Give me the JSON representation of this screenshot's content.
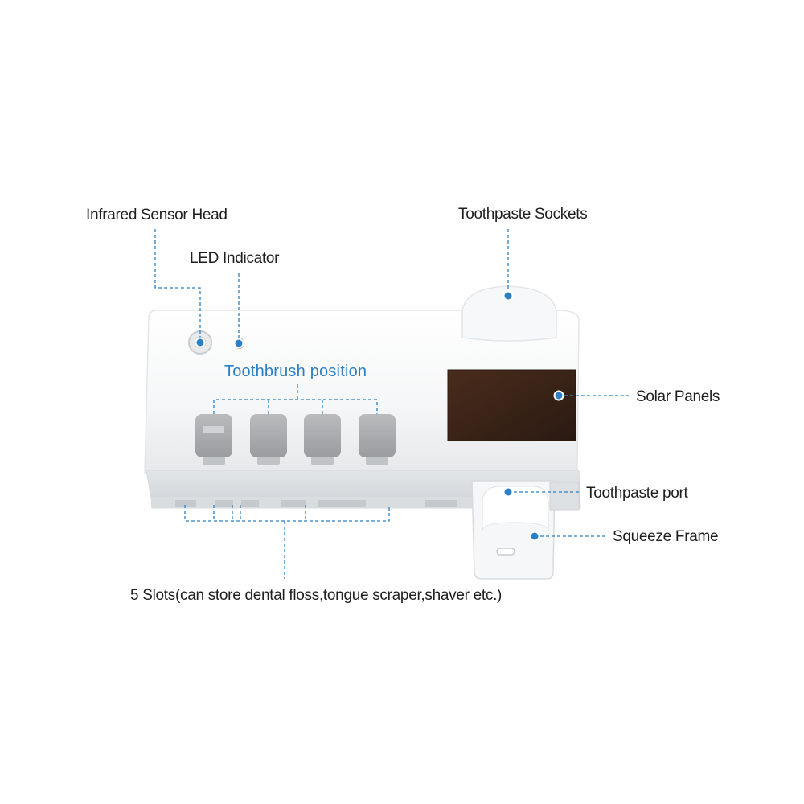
{
  "diagram": {
    "labels": {
      "infrared_sensor_head": "Infrared Sensor Head",
      "led_indicator": "LED Indicator",
      "toothbrush_position": "Toothbrush position",
      "toothpaste_sockets": "Toothpaste Sockets",
      "solar_panels": "Solar Panels",
      "toothpaste_port": "Toothpaste port",
      "squeeze_frame": "Squeeze Frame",
      "slots": "5 Slots(can store dental floss,tongue scraper,shaver etc.)"
    },
    "colors": {
      "callout_line": "#2b7fc4",
      "callout_dot": "#2b7fc4",
      "body": "#f4f5f6",
      "body_shade": "#dfe2e5",
      "solar_panel": "#3a2418",
      "slot_gray": "#a9abad"
    }
  }
}
